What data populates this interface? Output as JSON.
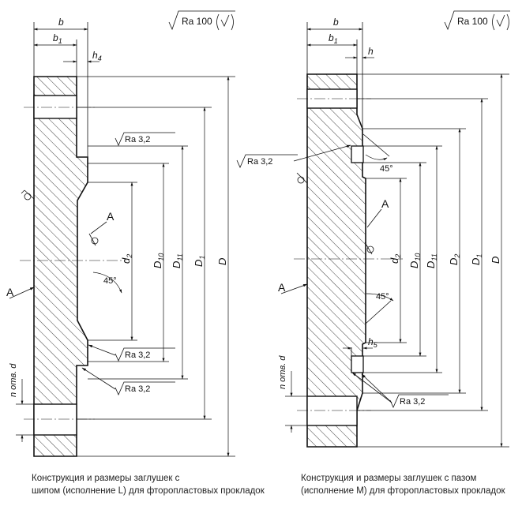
{
  "dims": {
    "b": "b",
    "b1": "b",
    "b1_sub": "1",
    "h4": "h",
    "h4_sub": "4",
    "h": "h",
    "h5": "h",
    "h5_sub": "5",
    "d2": "d",
    "d2_sub": "2",
    "D10": "D",
    "D10_sub": "10",
    "D11": "D",
    "D11_sub": "11",
    "D2": "D",
    "D2_sub": "2",
    "D1": "D",
    "D1_sub": "1",
    "D": "D",
    "n_holes": "n отв. d",
    "angle": "45°",
    "view_a": "А"
  },
  "roughness": {
    "ra100": "Ra 100",
    "ra32": "Ra 3,2"
  },
  "captions": {
    "left": [
      "Конструкция и размеры заглушек с",
      "шипом (исполнение L) для фторопластовых прокладок"
    ],
    "right": [
      "Конструкция и размеры заглушек с пазом",
      "(исполнение M) для фторопластовых прокладок"
    ]
  }
}
